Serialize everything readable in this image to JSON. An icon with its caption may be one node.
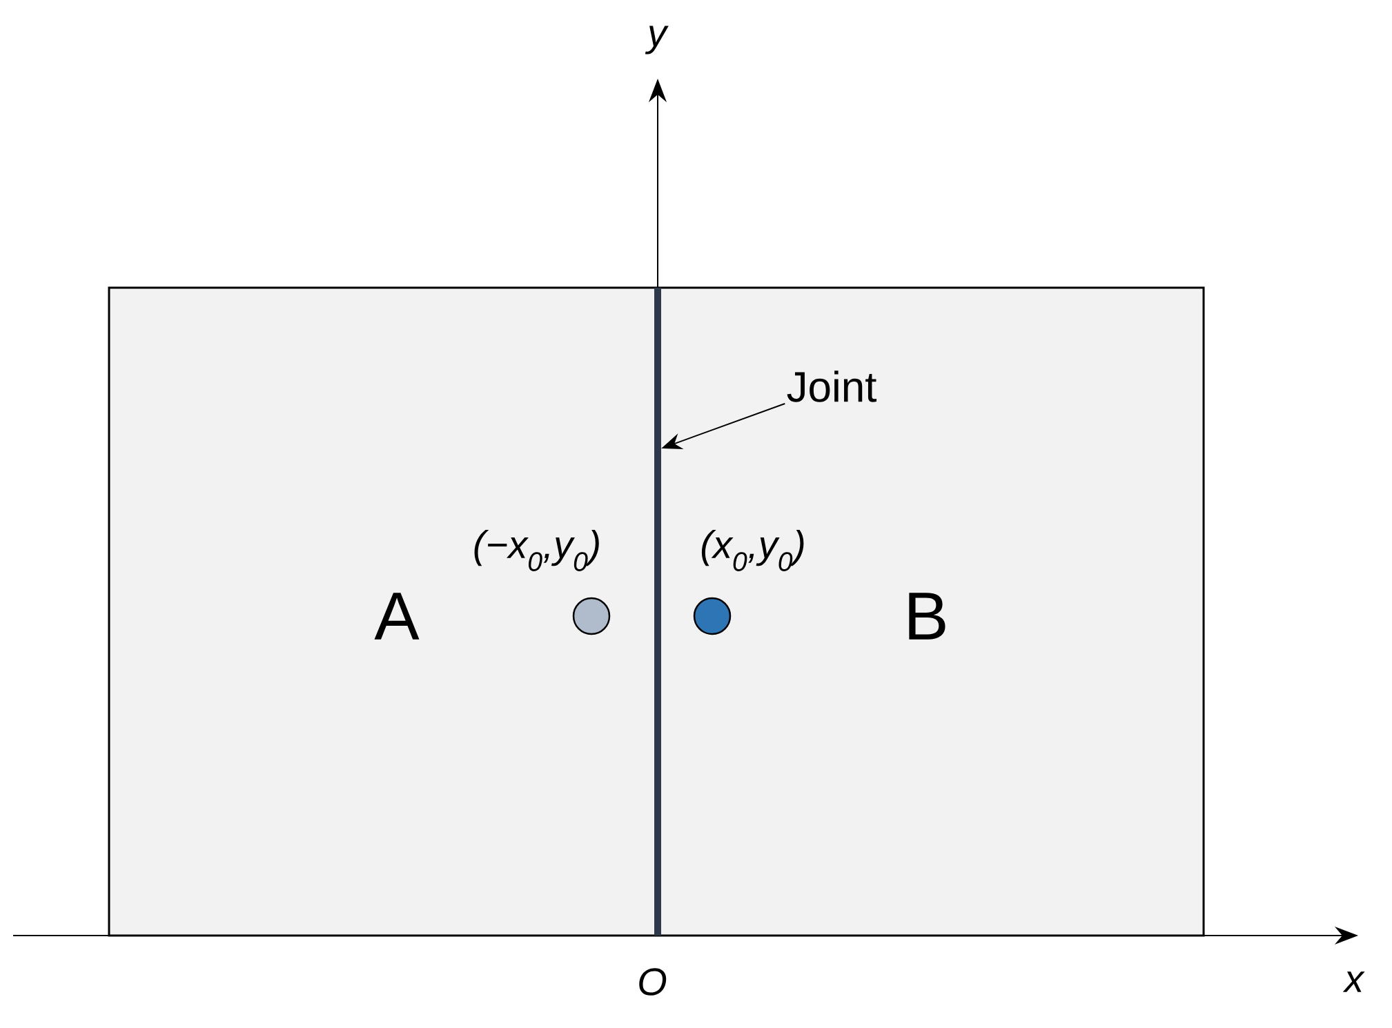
{
  "diagram": {
    "nodes": [
      {
        "text": [
          "Joint"
        ]
      },
      {
        "text": [],
        "shape": "bar"
      },
      {
        "text": [],
        "shape": "circle",
        "beside": [
          "(−x$_{0}$,y$_{0}$)"
        ]
      },
      {
        "text": [],
        "shape": "circle",
        "beside": [
          "(x$_{0}$,y$_{0}$)"
        ]
      }
    ],
    "edges": [
      {
        "from": 0,
        "to": 1,
        "arrow": "to"
      }
    ],
    "labels": [
      "y",
      "A",
      "B",
      "O",
      "x"
    ]
  }
}
